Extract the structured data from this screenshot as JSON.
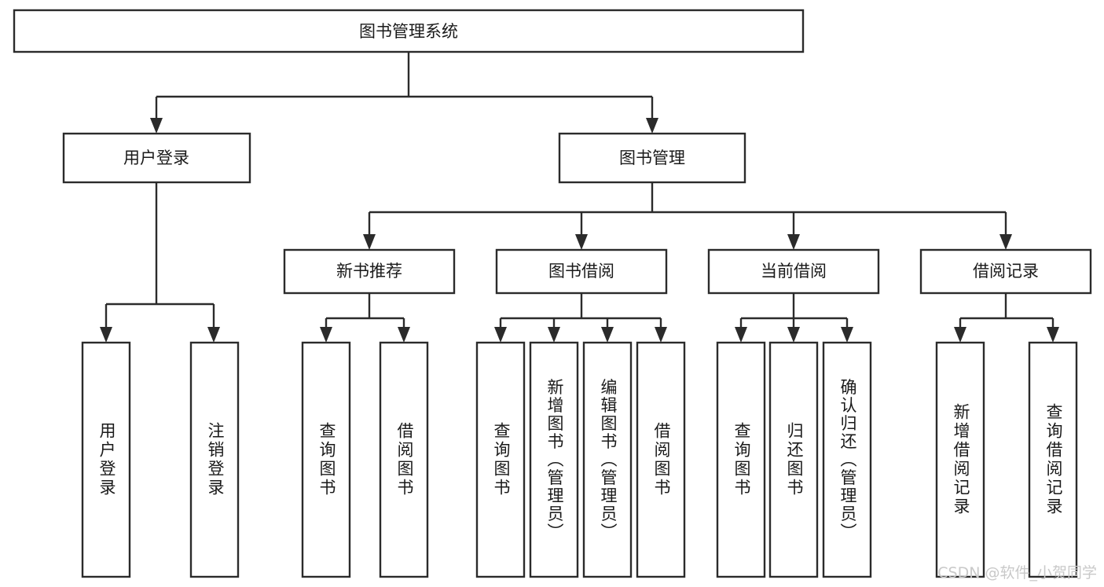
{
  "diagram": {
    "type": "tree-hierarchy",
    "orientation": "top-down",
    "root": {
      "id": "root",
      "label": "图书管理系统"
    },
    "level2": [
      {
        "id": "user-login",
        "label": "用户登录"
      },
      {
        "id": "book-management",
        "label": "图书管理"
      }
    ],
    "level3": [
      {
        "id": "new-book-recommend",
        "label": "新书推荐",
        "parent": "book-management"
      },
      {
        "id": "book-borrow",
        "label": "图书借阅",
        "parent": "book-management"
      },
      {
        "id": "current-borrow",
        "label": "当前借阅",
        "parent": "book-management"
      },
      {
        "id": "borrow-record",
        "label": "借阅记录",
        "parent": "book-management"
      }
    ],
    "leaves": {
      "user-login": [
        {
          "id": "leaf-user-login",
          "label": "用户登录"
        },
        {
          "id": "leaf-logout-login",
          "label": "注销登录"
        }
      ],
      "new-book-recommend": [
        {
          "id": "leaf-query-book-1",
          "label": "查询图书"
        },
        {
          "id": "leaf-borrow-book-1",
          "label": "借阅图书"
        }
      ],
      "book-borrow": [
        {
          "id": "leaf-query-book-2",
          "label": "查询图书"
        },
        {
          "id": "leaf-add-book",
          "label": "新增图书（管理员）"
        },
        {
          "id": "leaf-edit-book",
          "label": "编辑图书（管理员）"
        },
        {
          "id": "leaf-borrow-book-2",
          "label": "借阅图书"
        }
      ],
      "current-borrow": [
        {
          "id": "leaf-query-book-3",
          "label": "查询图书"
        },
        {
          "id": "leaf-return-book",
          "label": "归还图书"
        },
        {
          "id": "leaf-confirm-return",
          "label": "确认归还（管理员）"
        }
      ],
      "borrow-record": [
        {
          "id": "leaf-add-record",
          "label": "新增借阅记录"
        },
        {
          "id": "leaf-query-record",
          "label": "查询借阅记录"
        }
      ]
    }
  },
  "watermark": {
    "label": "CSDN @软件_小贺同学"
  },
  "colors": {
    "background": "#ffffff",
    "box_fill": "#ffffff",
    "box_stroke": "#2b2b2b",
    "connector": "#2b2b2b",
    "text": "#1a1a1a",
    "watermark": "#c9c9c9"
  }
}
